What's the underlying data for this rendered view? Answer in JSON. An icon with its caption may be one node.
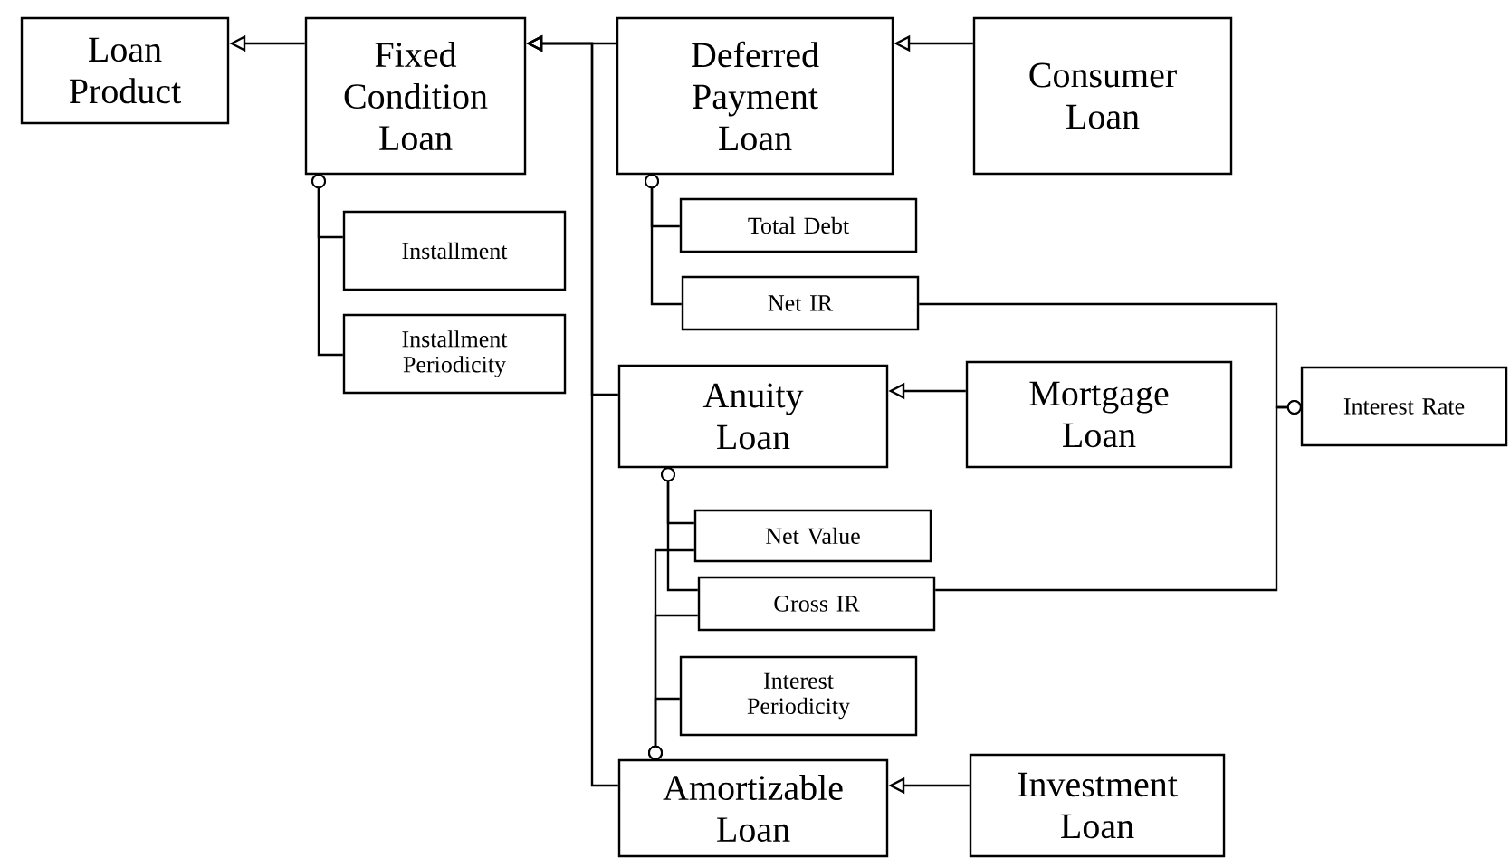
{
  "diagram": {
    "nodes": [
      {
        "text": [
          "Loan Product"
        ]
      },
      {
        "text": [
          "Fixed Condition Loan"
        ]
      },
      {
        "text": [
          "Deferred Payment Loan"
        ]
      },
      {
        "text": [
          "Consumer Loan"
        ]
      },
      {
        "text": [
          "Installment"
        ]
      },
      {
        "text": [
          "Installment Periodicity"
        ]
      },
      {
        "text": [
          "Total Debt"
        ]
      },
      {
        "text": [
          "Net IR"
        ]
      },
      {
        "text": [
          "Anuity Loan"
        ]
      },
      {
        "text": [
          "Mortgage Loan"
        ]
      },
      {
        "text": [
          "Interest Rate"
        ]
      },
      {
        "text": [
          "Net Value"
        ]
      },
      {
        "text": [
          "Gross IR"
        ]
      },
      {
        "text": [
          "Interest Periodicity"
        ]
      },
      {
        "text": [
          "Amortizable Loan"
        ]
      },
      {
        "text": [
          "Investment Loan"
        ]
      }
    ],
    "edges": [
      {
        "from": 1,
        "to": 0,
        "arrow": "to"
      },
      {
        "from": 2,
        "to": 1,
        "arrow": "to"
      },
      {
        "from": 8,
        "to": 1,
        "arrow": "to"
      },
      {
        "from": 14,
        "to": 1,
        "arrow": "to"
      },
      {
        "from": 3,
        "to": 2,
        "arrow": "to"
      },
      {
        "from": 9,
        "to": 8,
        "arrow": "to"
      },
      {
        "from": 15,
        "to": 14,
        "arrow": "to"
      },
      {
        "from": 1,
        "to": 4,
        "arrow": "other"
      },
      {
        "from": 1,
        "to": 5,
        "arrow": "other"
      },
      {
        "from": 2,
        "to": 6,
        "arrow": "other"
      },
      {
        "from": 2,
        "to": 7,
        "arrow": "other"
      },
      {
        "from": 8,
        "to": 11,
        "arrow": "other"
      },
      {
        "from": 8,
        "to": 12,
        "arrow": "other"
      },
      {
        "from": 14,
        "to": 11,
        "arrow": "other"
      },
      {
        "from": 14,
        "to": 12,
        "arrow": "other"
      },
      {
        "from": 14,
        "to": 13,
        "arrow": "other"
      },
      {
        "from": 10,
        "to": 7,
        "arrow": "other"
      },
      {
        "from": 10,
        "to": 12,
        "arrow": "other"
      }
    ]
  }
}
